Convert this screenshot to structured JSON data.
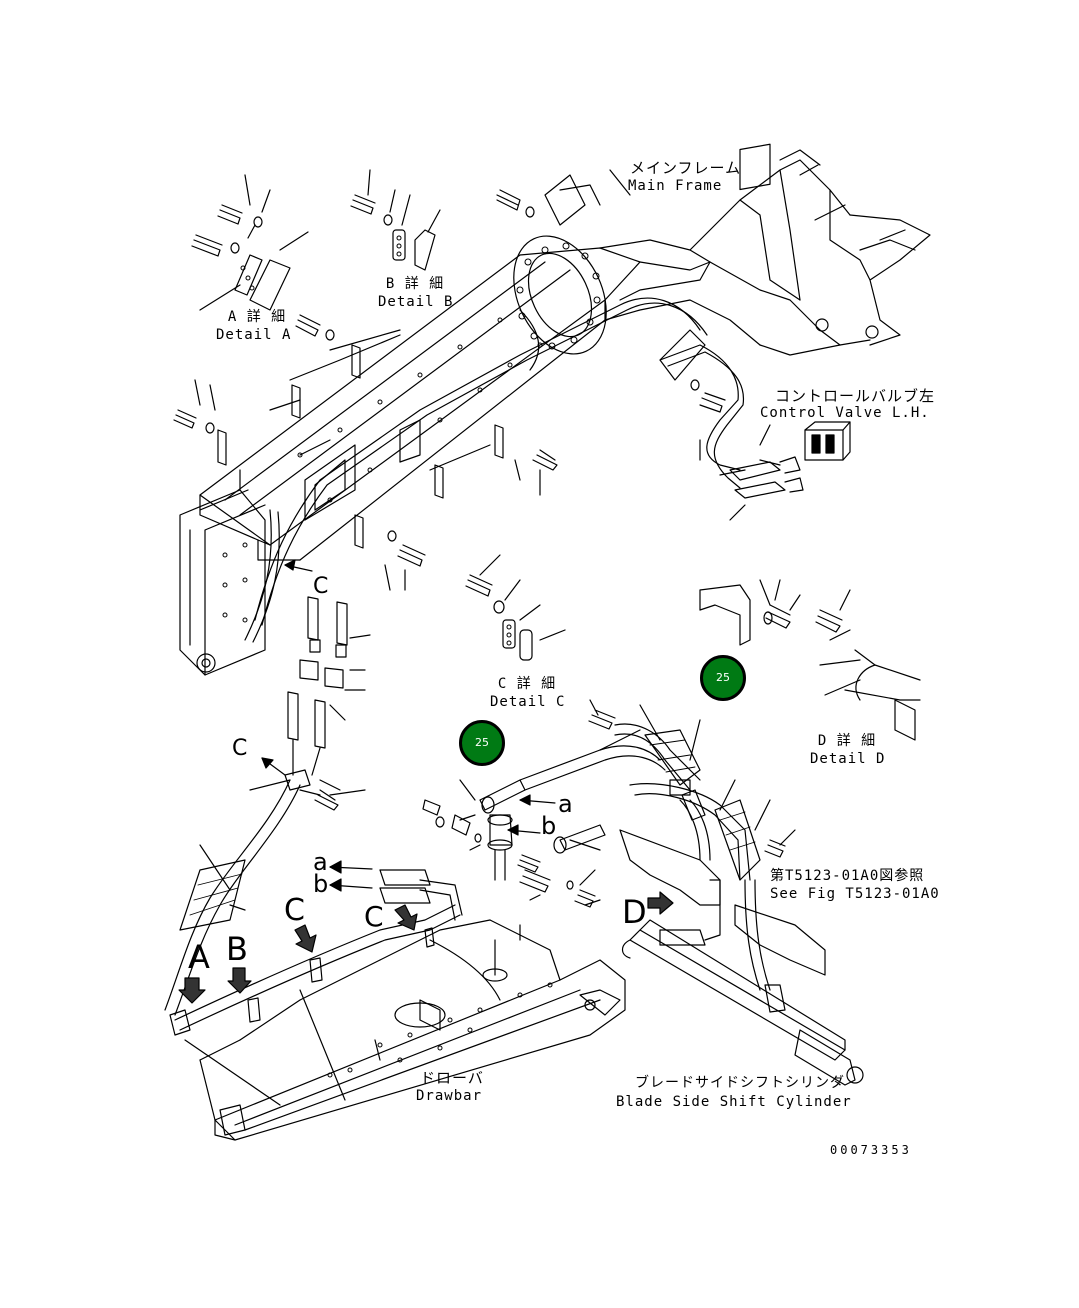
{
  "labels": {
    "main_frame_jp": "メインフレーム",
    "main_frame_en": "Main Frame",
    "control_valve_jp": "コントロールバルブ左",
    "control_valve_en": "Control Valve L.H.",
    "detail_a_jp": "A 詳 細",
    "detail_a_en": "Detail A",
    "detail_b_jp": "B 詳 細",
    "detail_b_en": "Detail B",
    "detail_c_jp": "C 詳 細",
    "detail_c_en": "Detail C",
    "detail_d_jp": "D 詳 細",
    "detail_d_en": "Detail D",
    "see_fig_jp": "第T5123-01A0図参照",
    "see_fig_en": "See Fig T5123-01A0",
    "drawbar_jp": "ドローバ",
    "drawbar_en": "Drawbar",
    "cylinder_jp": "ブレードサイドシフトシリンダ",
    "cylinder_en": "Blade Side Shift Cylinder",
    "drawing_number": "00073353"
  },
  "letters": {
    "a": "a",
    "b": "b",
    "c": "C",
    "A": "A",
    "B": "B",
    "D": "D"
  },
  "callouts": [
    "25",
    "25"
  ],
  "colors": {
    "callout_fill": "#007a14",
    "line": "#000000"
  }
}
